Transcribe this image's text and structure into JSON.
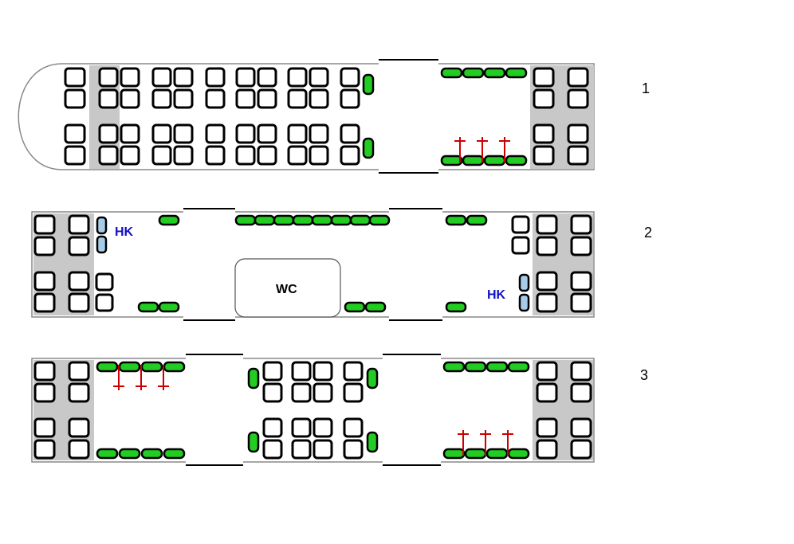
{
  "cars": [
    {
      "label": "1",
      "hk_labels": [],
      "wc_label": ""
    },
    {
      "label": "2",
      "hk_labels": [
        "HK",
        "HK"
      ],
      "wc_label": "WC"
    },
    {
      "label": "3",
      "hk_labels": [],
      "wc_label": ""
    }
  ],
  "colors": {
    "seat_outline": "#000000",
    "fold_seat_fill": "#22cc22",
    "accessible_seat_fill": "#a8cce8",
    "vestibule_fill": "#c8c8c8",
    "bike_hook": "#cc0000",
    "hk_text": "#1010c8"
  }
}
